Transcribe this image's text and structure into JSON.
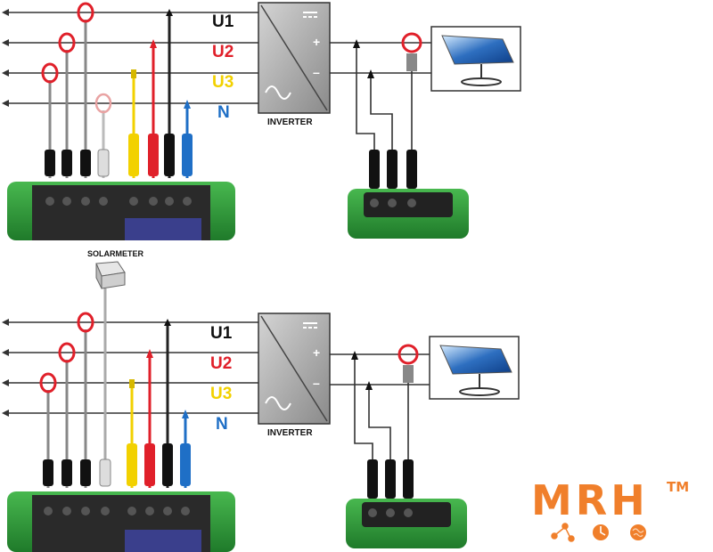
{
  "phases": [
    {
      "label": "U1",
      "color": "#111111"
    },
    {
      "label": "U2",
      "color": "#e0202a"
    },
    {
      "label": "U3",
      "color": "#f2d100"
    },
    {
      "label": "N",
      "color": "#1f6fc6"
    }
  ],
  "inverter_label": "INVERTER",
  "inverter_plus": "+",
  "inverter_minus": "–",
  "solarmeter_label": "SOLARMETER",
  "logo": {
    "text": "MRH",
    "tm": "TM",
    "color": "#f07f2b"
  },
  "colors": {
    "instrument_green": "#2e9b3a",
    "clamp_red": "#e0202a",
    "probe_blue": "#1f6fc6",
    "probe_yellow": "#f2d100"
  }
}
